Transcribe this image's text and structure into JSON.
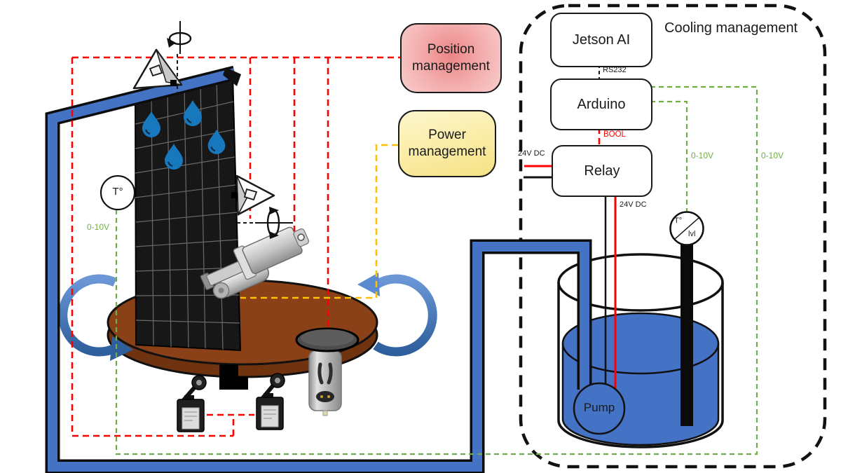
{
  "labels": {
    "cooling_title": "Cooling management",
    "position_box": "Position management",
    "power_box": "Power management",
    "jetson": "Jetson AI",
    "arduino": "Arduino",
    "relay": "Relay",
    "rs232": "RS232",
    "bool": "BOOL",
    "v24_in": "24V DC",
    "v24_out": "24V DC",
    "v010_panel": "0-10V",
    "v010_tank_temp": "0-10V",
    "v010_outer": "0-10V",
    "pump": "Pump",
    "panel_temp_sensor": "T°",
    "tank_sensor_temp": "T°",
    "tank_sensor_level": "lvl"
  },
  "colors": {
    "signal_red": "#FF0000",
    "signal_yellow": "#FFC000",
    "signal_green": "#70AD47",
    "water_blue": "#4472C4",
    "drop_blue": "#1878BE",
    "table_brown": "#8A4117",
    "table_side_brown": "#6F340F",
    "panel_dark": "#171717",
    "position_box_fill": "#F29D9D",
    "power_box_fill": "#FAEC9E"
  }
}
